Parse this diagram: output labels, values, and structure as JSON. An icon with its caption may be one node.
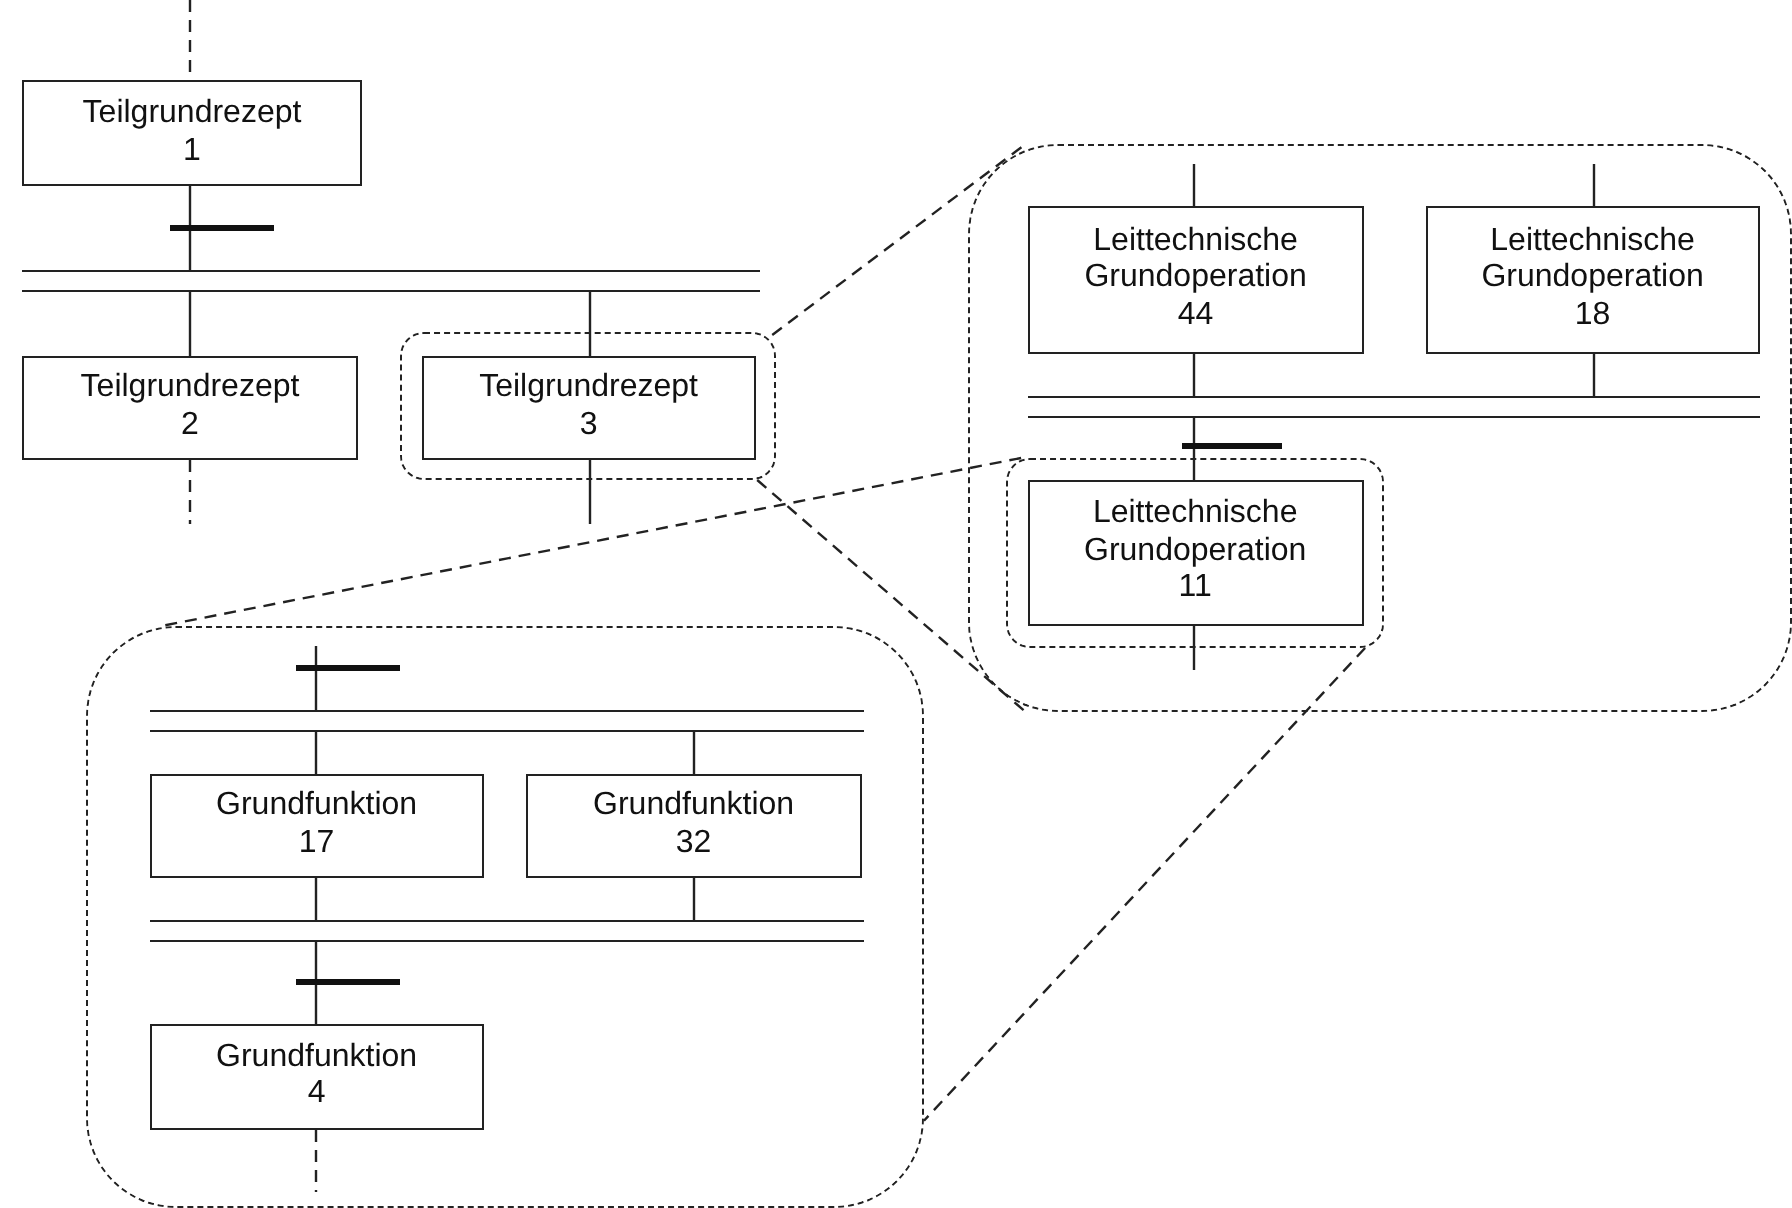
{
  "diagram": {
    "nodes": [
      {
        "text": [
          "Teilgrundrezept",
          "1"
        ]
      },
      {
        "text": [],
        "shape": "bar"
      },
      {
        "text": [
          "Teilgrundrezept",
          "2"
        ]
      },
      {
        "text": [],
        "shape": "box"
      },
      {
        "text": [
          "Teilgrundrezept",
          "3"
        ],
        "in": 3
      },
      {
        "text": [],
        "shape": "box"
      },
      {
        "text": [
          "Leittechnische Grundoperation",
          "44"
        ],
        "in": 5
      },
      {
        "text": [
          "Leittechnische Grundoperation",
          "18"
        ],
        "in": 5
      },
      {
        "text": [],
        "shape": "bar",
        "in": 5
      },
      {
        "text": [],
        "shape": "box",
        "in": 5
      },
      {
        "text": [
          "Leittechnische Grundoperation",
          "11"
        ],
        "in": 9
      },
      {
        "text": [],
        "shape": "box"
      },
      {
        "text": [],
        "shape": "bar",
        "in": 11
      },
      {
        "text": [
          "Grundfunktion",
          "17"
        ],
        "in": 11
      },
      {
        "text": [
          "Grundfunktion",
          "32"
        ],
        "in": 11
      },
      {
        "text": [],
        "shape": "bar",
        "in": 11
      },
      {
        "text": [
          "Grundfunktion",
          "4"
        ],
        "in": 11
      }
    ],
    "edges": [
      {
        "from": null,
        "to": 0,
        "arrow": "none",
        "style": "dashed"
      },
      {
        "from": 0,
        "to": 1,
        "arrow": "none"
      },
      {
        "from": 1,
        "to": 2,
        "arrow": "none"
      },
      {
        "from": 1,
        "to": 4,
        "arrow": "none"
      },
      {
        "from": 2,
        "to": null,
        "arrow": "none",
        "style": "dashed"
      },
      {
        "from": 4,
        "to": null,
        "arrow": "none"
      },
      {
        "from": null,
        "to": 6,
        "arrow": "none"
      },
      {
        "from": null,
        "to": 7,
        "arrow": "none"
      },
      {
        "from": 6,
        "to": 8,
        "arrow": "none"
      },
      {
        "from": 7,
        "to": 8,
        "arrow": "none"
      },
      {
        "from": 8,
        "to": 10,
        "arrow": "none"
      },
      {
        "from": 10,
        "to": null,
        "arrow": "none"
      },
      {
        "from": null,
        "to": 12,
        "arrow": "none"
      },
      {
        "from": 12,
        "to": 13,
        "arrow": "none"
      },
      {
        "from": 12,
        "to": 14,
        "arrow": "none"
      },
      {
        "from": 13,
        "to": 15,
        "arrow": "none"
      },
      {
        "from": 14,
        "to": 15,
        "arrow": "none"
      },
      {
        "from": 15,
        "to": 16,
        "arrow": "none"
      },
      {
        "from": 16,
        "to": null,
        "arrow": "none",
        "style": "dashed"
      },
      {
        "from": 3,
        "to": 5,
        "arrow": "none",
        "style": "dashed"
      },
      {
        "from": 3,
        "to": 5,
        "arrow": "none",
        "style": "dashed"
      },
      {
        "from": 9,
        "to": 11,
        "arrow": "none",
        "style": "dashed"
      },
      {
        "from": 9,
        "to": 11,
        "arrow": "none",
        "style": "dashed"
      }
    ]
  }
}
